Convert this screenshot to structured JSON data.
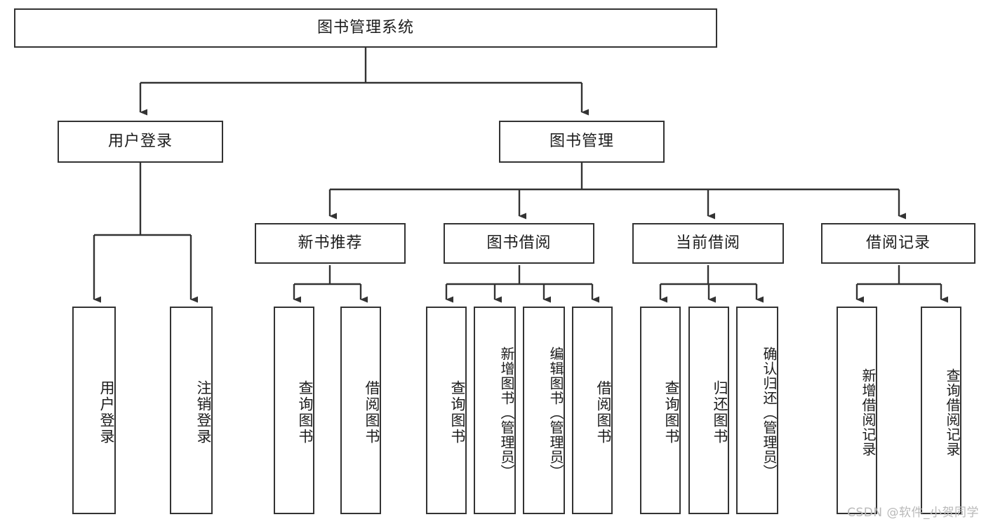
{
  "diagram": {
    "title": "图书管理系统",
    "watermark": "CSDN @软件_小贺同学",
    "colors": {
      "node_border": "#333333",
      "node_fill": "#ffffff",
      "edge": "#333333",
      "text": "#1c1c1c",
      "watermark": "#b9b9b9"
    },
    "root": {
      "label": "图书管理系统"
    },
    "level1": [
      {
        "label": "用户登录"
      },
      {
        "label": "图书管理"
      }
    ],
    "level2": [
      {
        "label": "新书推荐"
      },
      {
        "label": "图书借阅"
      },
      {
        "label": "当前借阅"
      },
      {
        "label": "借阅记录"
      }
    ],
    "leaves": {
      "user_login": [
        {
          "label": "用户登录"
        },
        {
          "label": "注销登录"
        }
      ],
      "new_book": [
        {
          "label": "查询图书"
        },
        {
          "label": "借阅图书"
        }
      ],
      "book_borrow": [
        {
          "label": "查询图书"
        },
        {
          "label": "新增图书（管理员）"
        },
        {
          "label": "编辑图书（管理员）"
        },
        {
          "label": "借阅图书"
        }
      ],
      "current_borrow": [
        {
          "label": "查询图书"
        },
        {
          "label": "归还图书"
        },
        {
          "label": "确认归还（管理员）"
        }
      ],
      "borrow_record": [
        {
          "label": "新增借阅记录"
        },
        {
          "label": "查询借阅记录"
        }
      ]
    }
  }
}
